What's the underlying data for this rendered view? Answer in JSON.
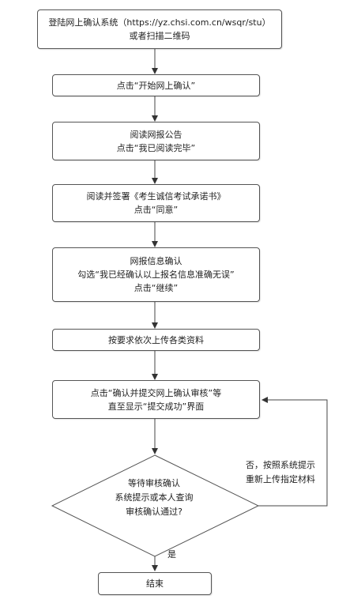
{
  "nodes": {
    "login": {
      "line1": "登陆网上确认系统（https://yz.chsi.com.cn/wsqr/stu）",
      "line2": "或者扫描二维码"
    },
    "start": {
      "line1": "点击“开始网上确认”"
    },
    "announcement": {
      "line1": "阅读网报公告",
      "line2": "点击“我已阅读完毕”"
    },
    "pledge": {
      "line1": "阅读并签署《考生诚信考试承诺书》",
      "line2": "点击“同意”"
    },
    "confirm_info": {
      "line1": "网报信息确认",
      "line2": "勾选“我已经确认以上报名信息准确无误”",
      "line3": "点击“继续”"
    },
    "upload": {
      "line1": "按要求依次上传各类资料"
    },
    "submit": {
      "line1": "点击“确认并提交网上确认审核”等",
      "line2": "直至显示“提交成功”界面"
    },
    "decision": {
      "line1": "等待审核确认",
      "line2": "系统提示或本人查询",
      "line3": "审核确认通过?"
    },
    "end": {
      "line1": "结束"
    }
  },
  "edges": {
    "no_label_line1": "否，按照系统提示",
    "no_label_line2": "重新上传指定材料",
    "yes_label": "是"
  },
  "colors": {
    "stroke": "#555555",
    "text": "#222222",
    "background": "#ffffff"
  }
}
